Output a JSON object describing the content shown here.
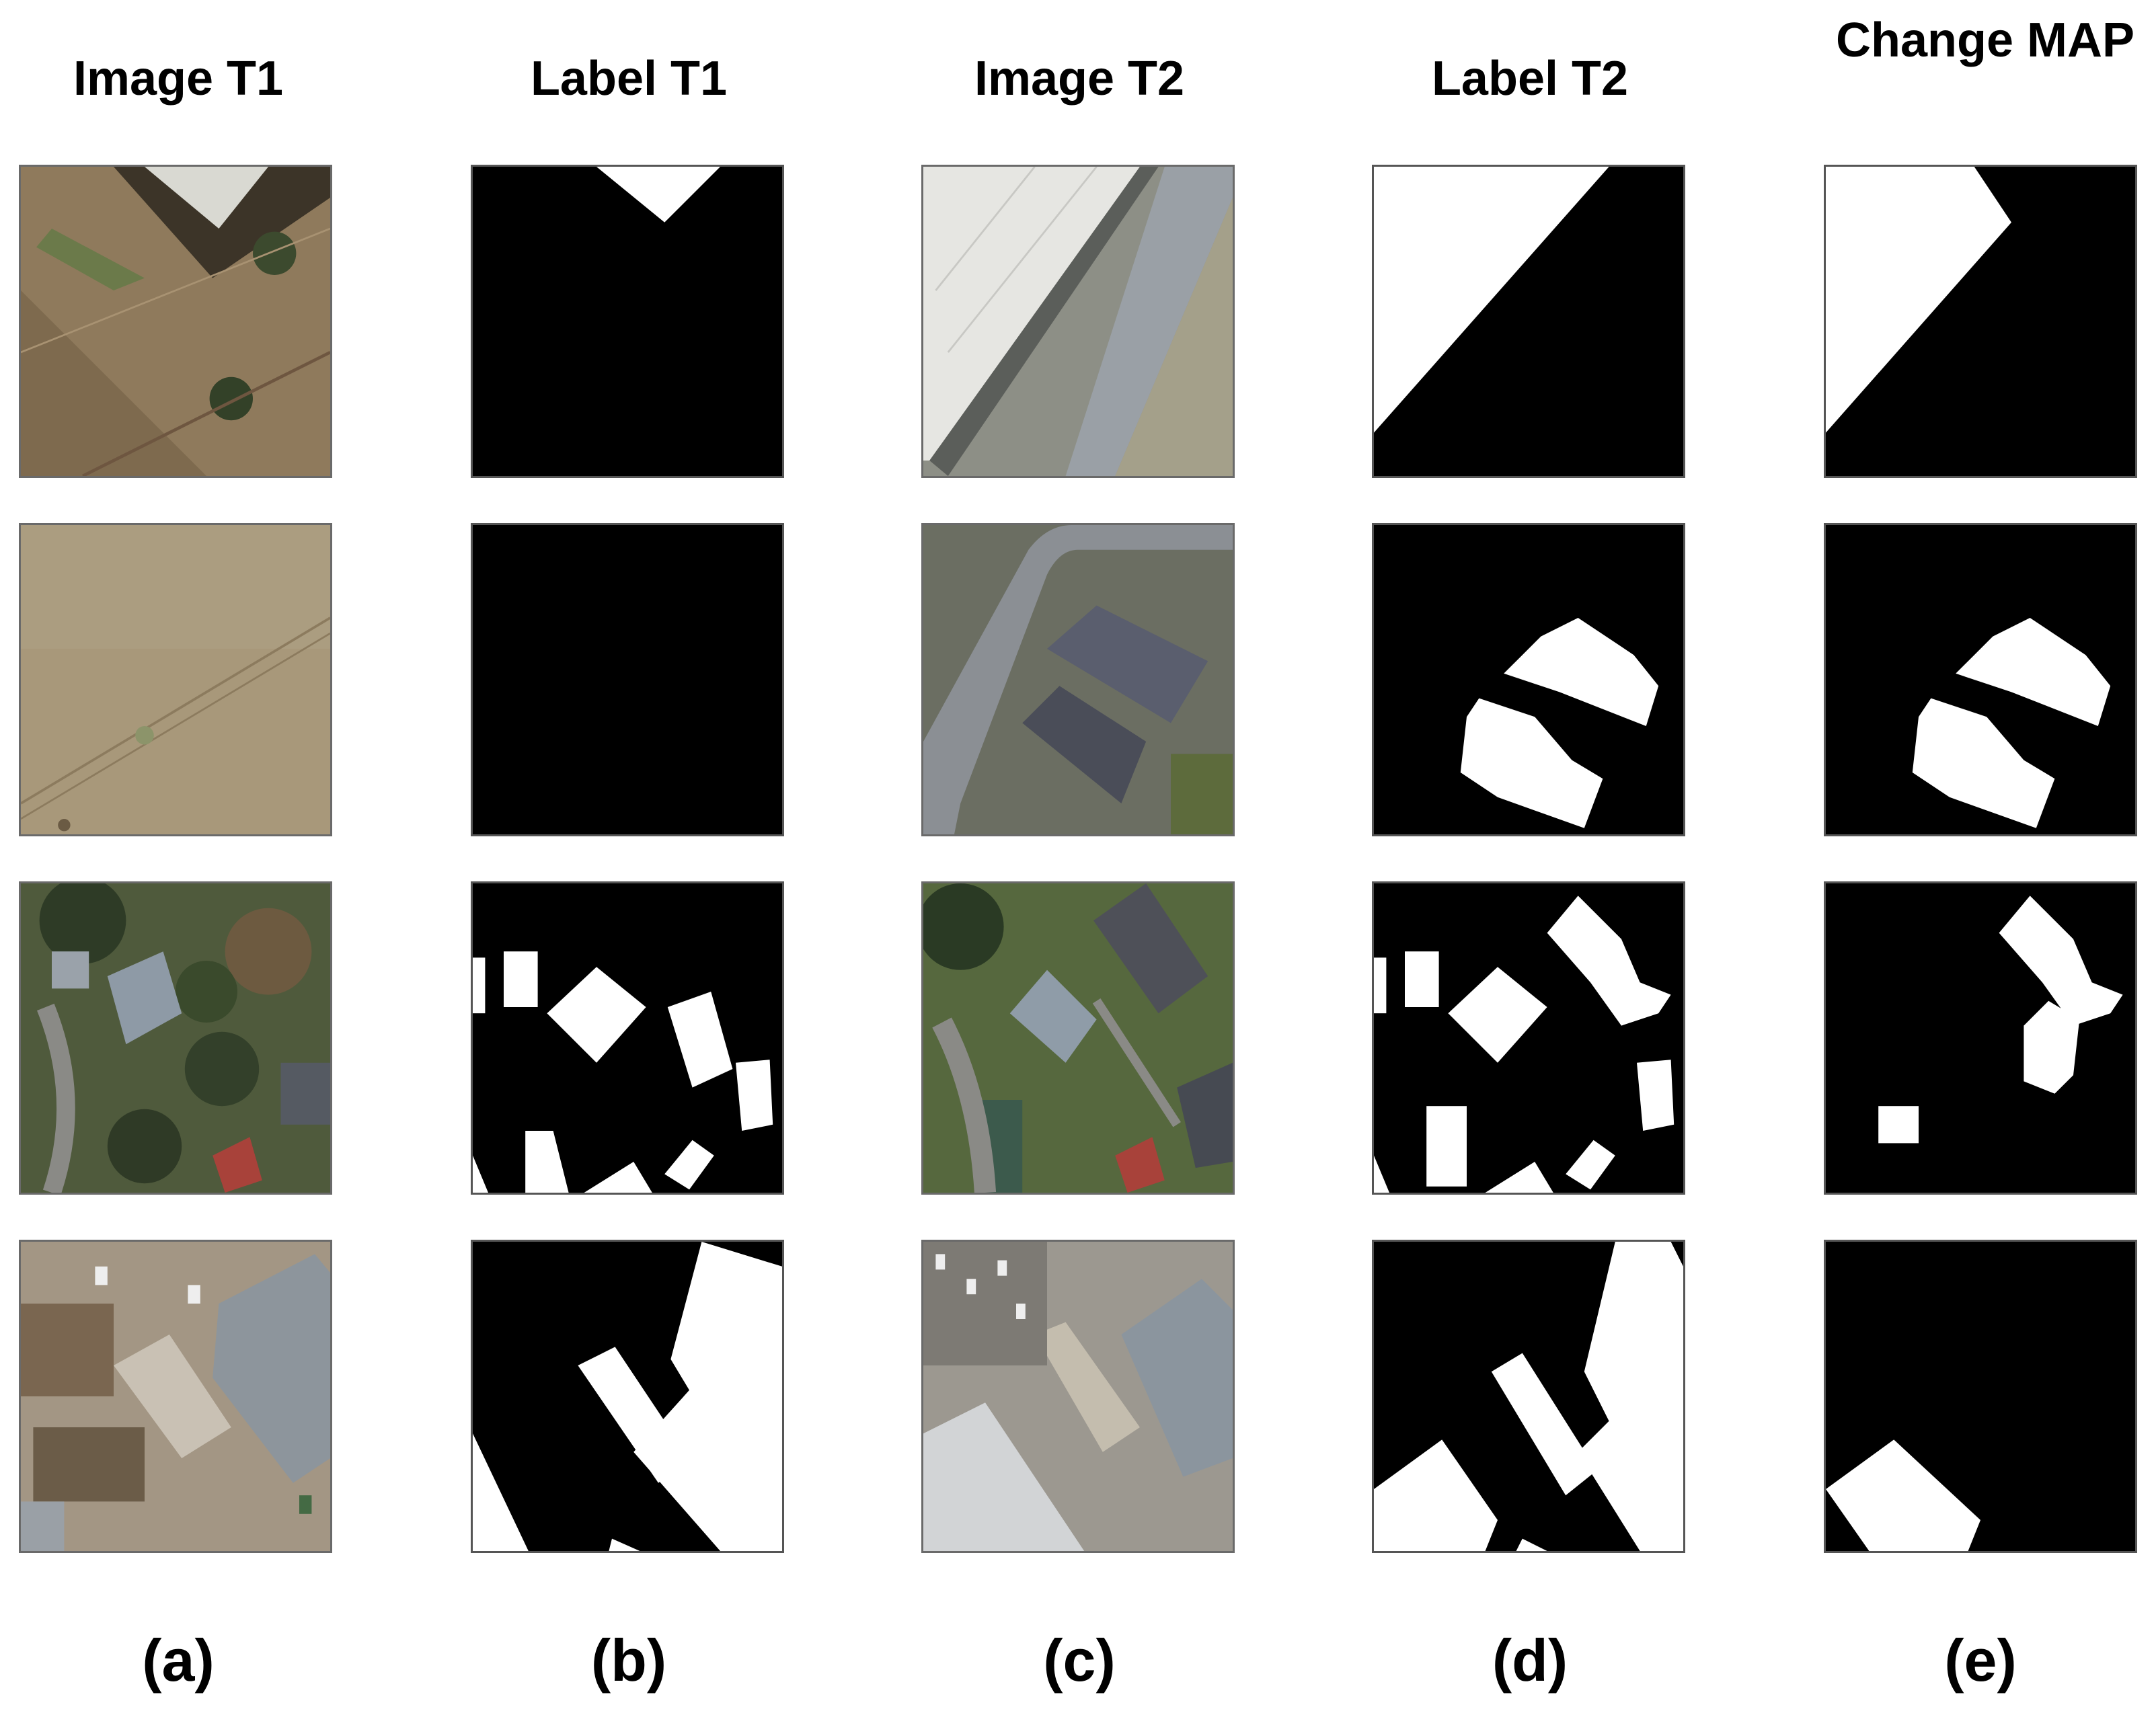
{
  "columns": [
    {
      "header": "Image T1",
      "caption": "(a)"
    },
    {
      "header": "Label T1",
      "caption": "(b)"
    },
    {
      "header": "Image T2",
      "caption": "(c)"
    },
    {
      "header": "Label T2",
      "caption": "(d)"
    },
    {
      "header": "Change MAP",
      "caption": "(e)"
    }
  ],
  "colors": {
    "mask_background": "#000000",
    "mask_foreground": "#ffffff",
    "tile_border": "#6a6a6a"
  },
  "rows": [
    {
      "scene": "field beside warehouse corner"
    },
    {
      "scene": "bare grass field / new houses with road"
    },
    {
      "scene": "residential houses and trees"
    },
    {
      "scene": "industrial lots with parking and sheds"
    }
  ]
}
